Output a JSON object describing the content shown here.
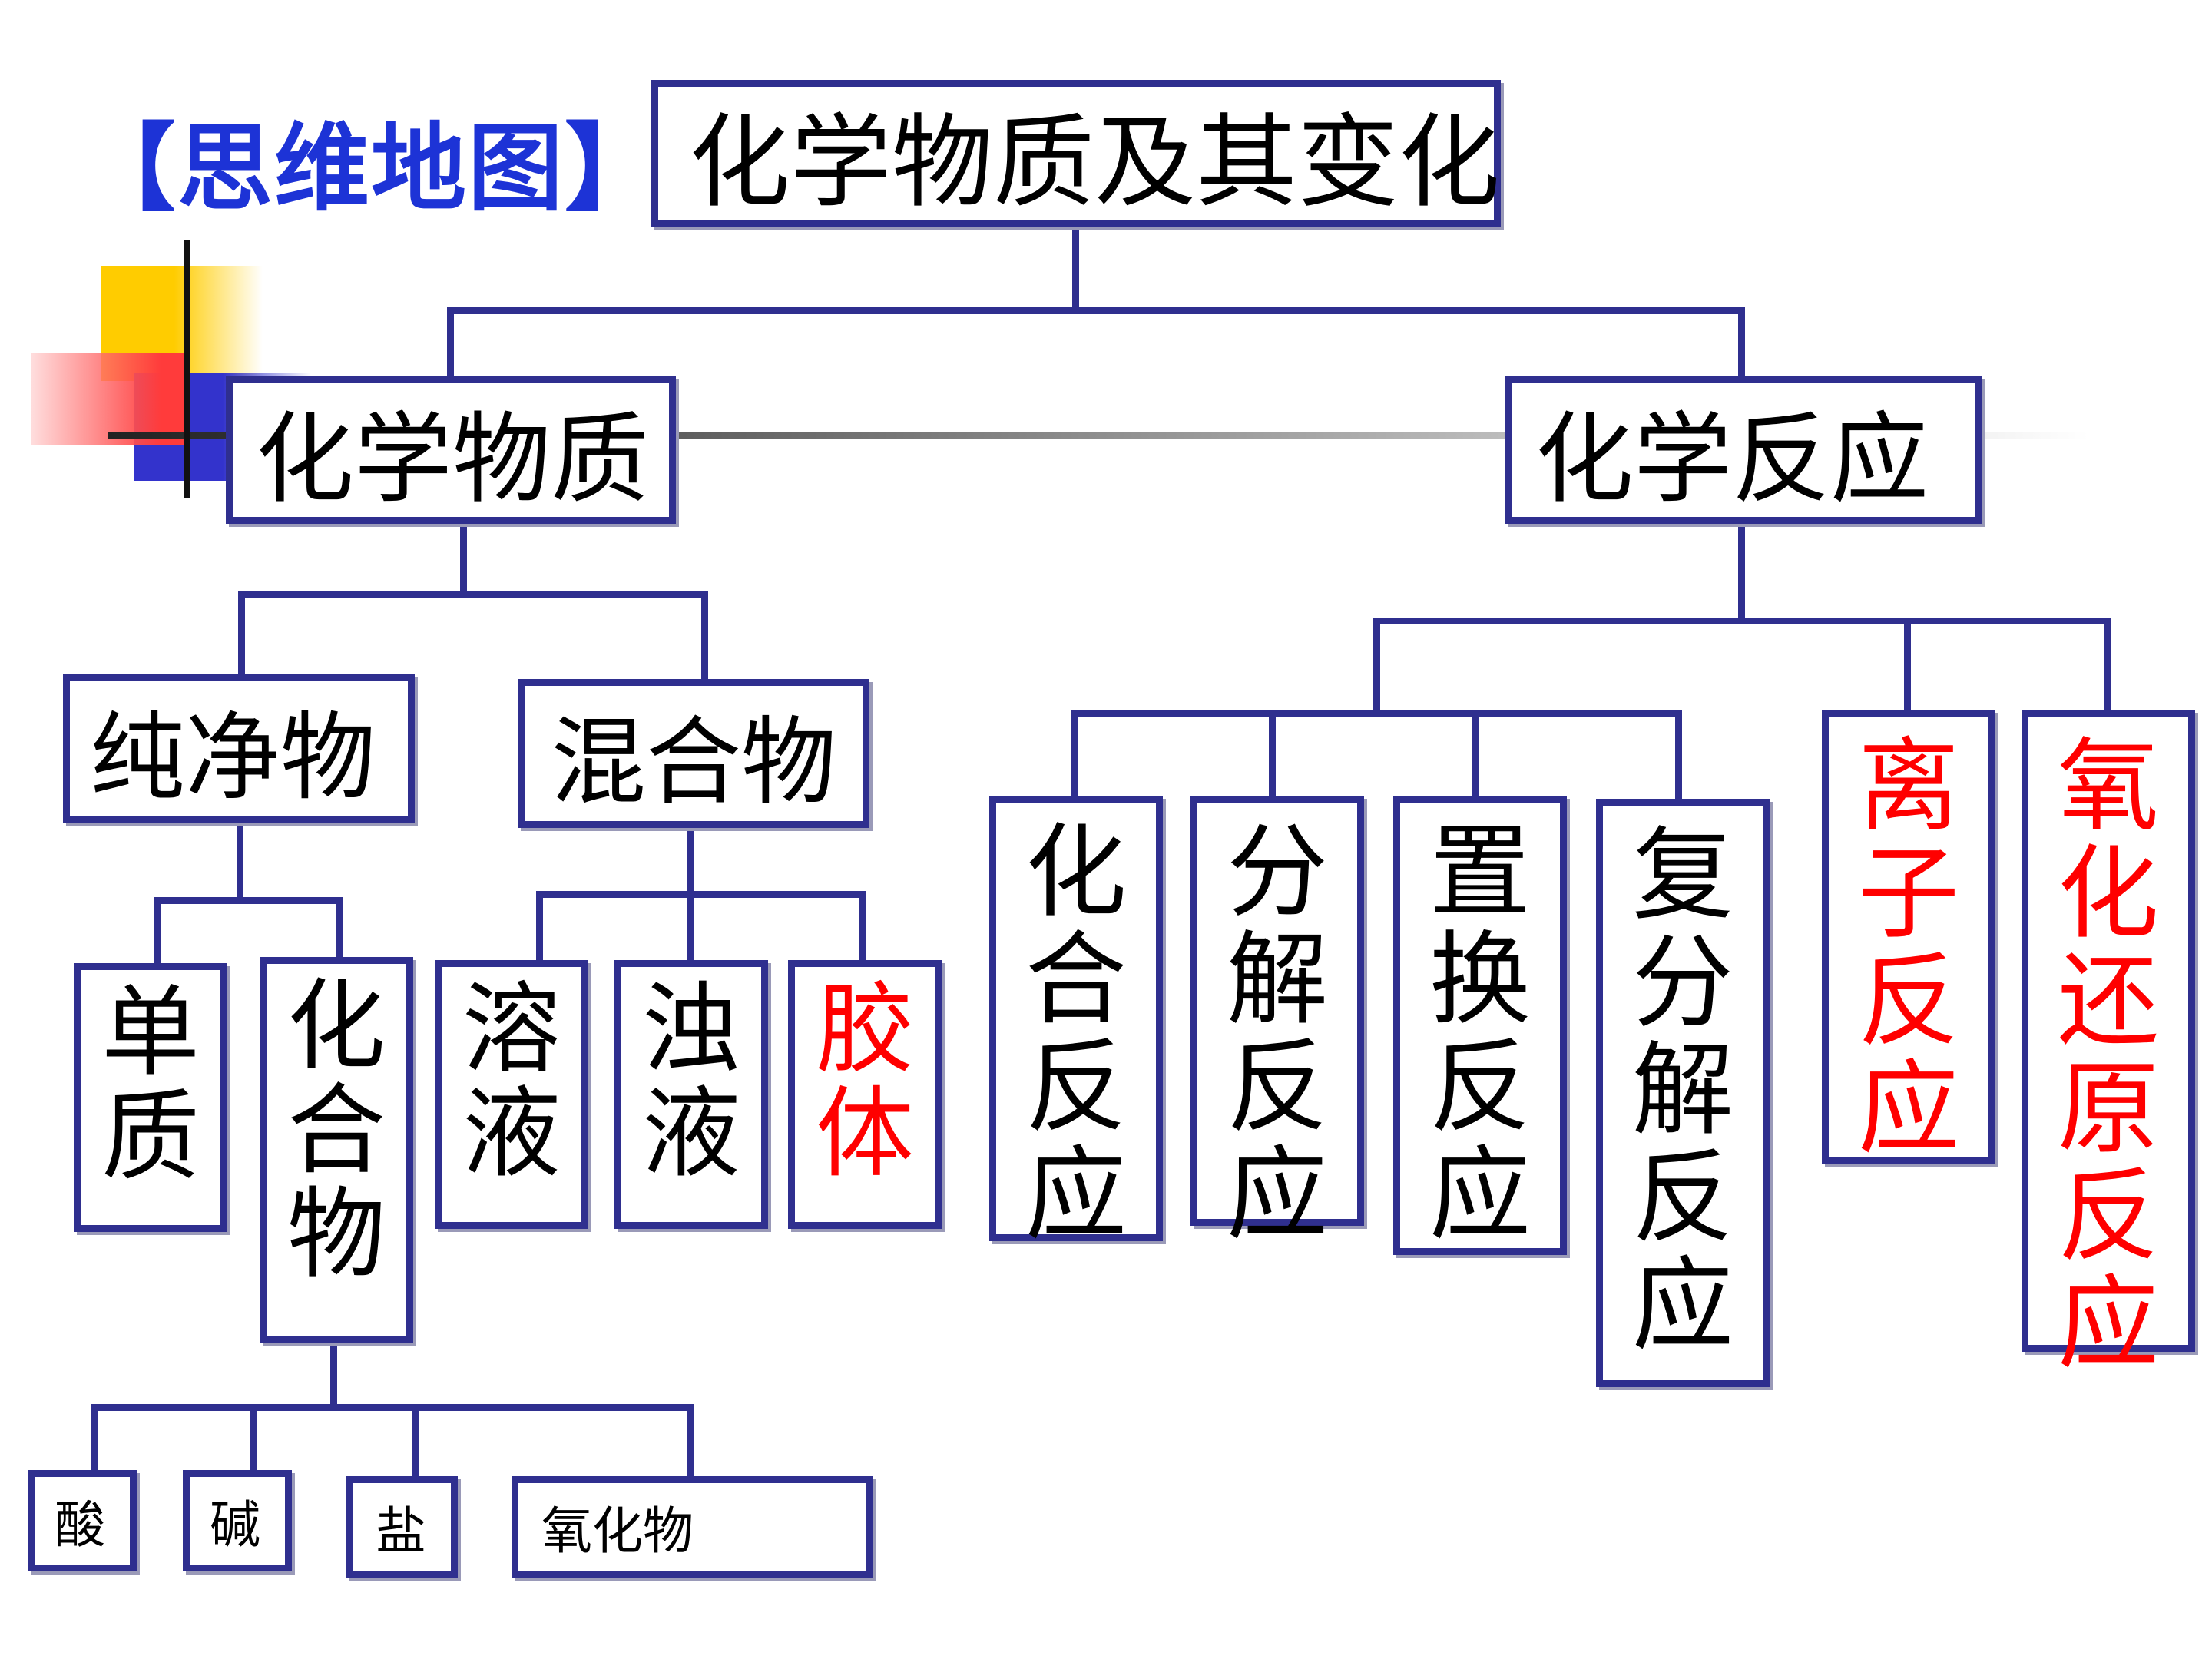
{
  "heading": "【思维地图】",
  "root": "化学物质及其变化",
  "substances": {
    "label": "化学物质",
    "pure": {
      "label": "纯净物",
      "element": "单质",
      "compound": "化合物",
      "compound_kinds": [
        "酸",
        "碱",
        "盐",
        "氧化物"
      ]
    },
    "mixture": {
      "label": "混合物",
      "kinds": [
        "溶液",
        "浊液",
        "胶体"
      ]
    }
  },
  "reactions": {
    "label": "化学反应",
    "basic_types": [
      "化合反应",
      "分解反应",
      "置换反应",
      "复分解反应"
    ],
    "ionic": "离子反应",
    "redox": "氧化还原反应"
  },
  "colors": {
    "frame": "#2f2f8f",
    "highlight_text": "#ff0000",
    "heading_text": "#1d33d6",
    "decor_yellow": "#ffcc00",
    "decor_red": "#ff3b3b",
    "decor_blue": "#3333cc"
  }
}
